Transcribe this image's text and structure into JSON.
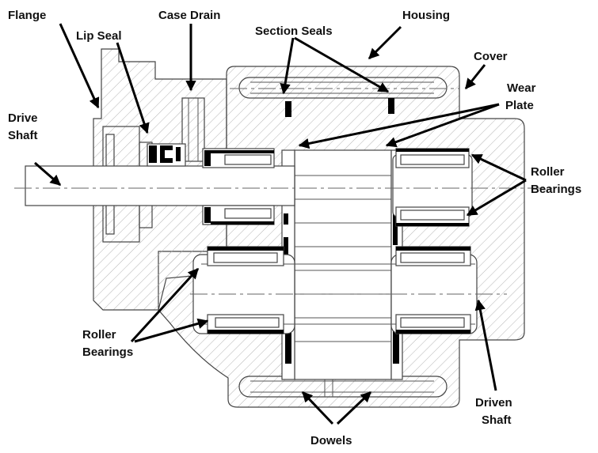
{
  "diagram": {
    "labels": {
      "flange": "Flange",
      "lip_seal": "Lip Seal",
      "case_drain": "Case Drain",
      "section_seals": "Section Seals",
      "housing": "Housing",
      "cover": "Cover",
      "wear_plate_1": "Wear",
      "wear_plate_2": "Plate",
      "drive_shaft_1": "Drive",
      "drive_shaft_2": "Shaft",
      "roller_bearings_right_1": "Roller",
      "roller_bearings_right_2": "Bearings",
      "roller_bearings_left_1": "Roller",
      "roller_bearings_left_2": "Bearings",
      "driven_shaft_1": "Driven",
      "driven_shaft_2": "Shaft",
      "dowels": "Dowels"
    }
  }
}
